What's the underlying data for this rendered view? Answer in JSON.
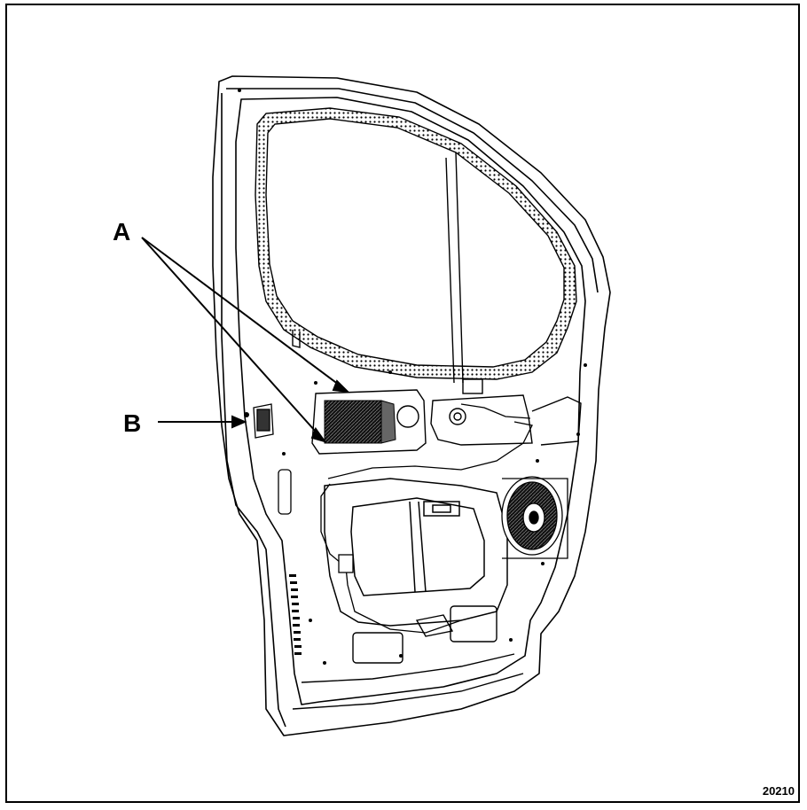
{
  "callouts": {
    "a": "A",
    "b": "B"
  },
  "reference_code": "20210",
  "colors": {
    "line": "#000000",
    "background": "#ffffff"
  }
}
